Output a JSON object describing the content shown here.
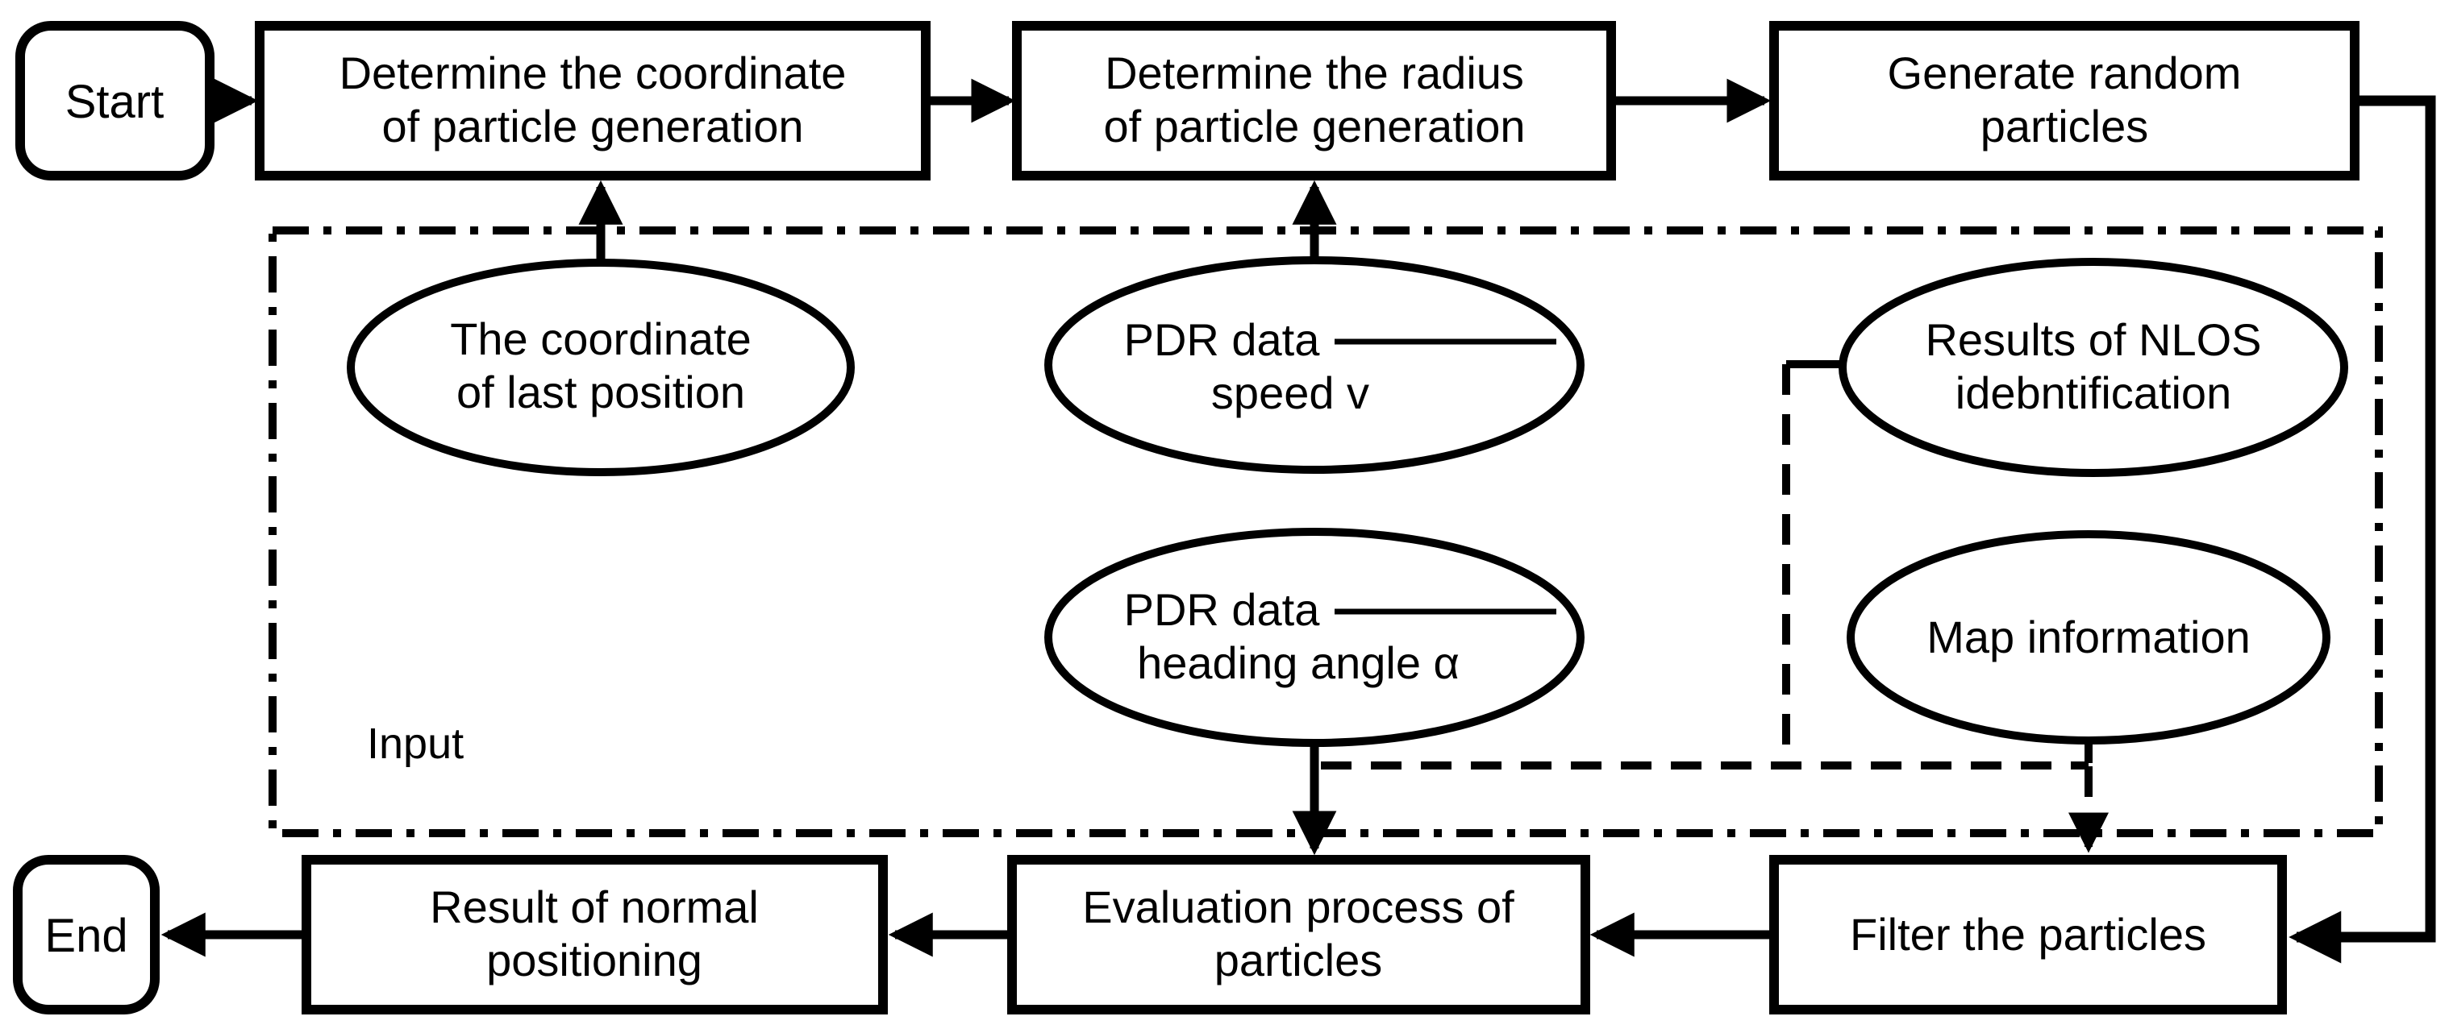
{
  "flowchart": {
    "colors": {
      "ink": "#000000",
      "paper": "#ffffff"
    },
    "terminators": {
      "start": {
        "label": "Start"
      },
      "end": {
        "label": "End"
      }
    },
    "processes": {
      "determine_coordinate": {
        "lines": [
          "Determine the coordinate",
          "of particle generation"
        ]
      },
      "determine_radius": {
        "lines": [
          "Determine the radius",
          "of particle generation"
        ]
      },
      "generate_particles": {
        "lines": [
          "Generate random",
          "particles"
        ]
      },
      "filter_particles": {
        "lines": [
          "Filter the particles"
        ]
      },
      "evaluation_process": {
        "lines": [
          "Evaluation process of",
          "particles"
        ]
      },
      "result_positioning": {
        "lines": [
          "Result of normal",
          "positioning"
        ]
      }
    },
    "input_region": {
      "label": "Input",
      "ellipses": {
        "last_position": {
          "lines": [
            "The coordinate",
            "of last position"
          ]
        },
        "pdr_speed": {
          "lines": [
            "PDR data",
            "speed v"
          ]
        },
        "nlos_results": {
          "lines": [
            "Results of NLOS",
            "idebntification"
          ]
        },
        "pdr_heading": {
          "lines": [
            "PDR data",
            "heading angle α"
          ]
        },
        "map_information": {
          "lines": [
            "Map information"
          ]
        }
      }
    }
  }
}
